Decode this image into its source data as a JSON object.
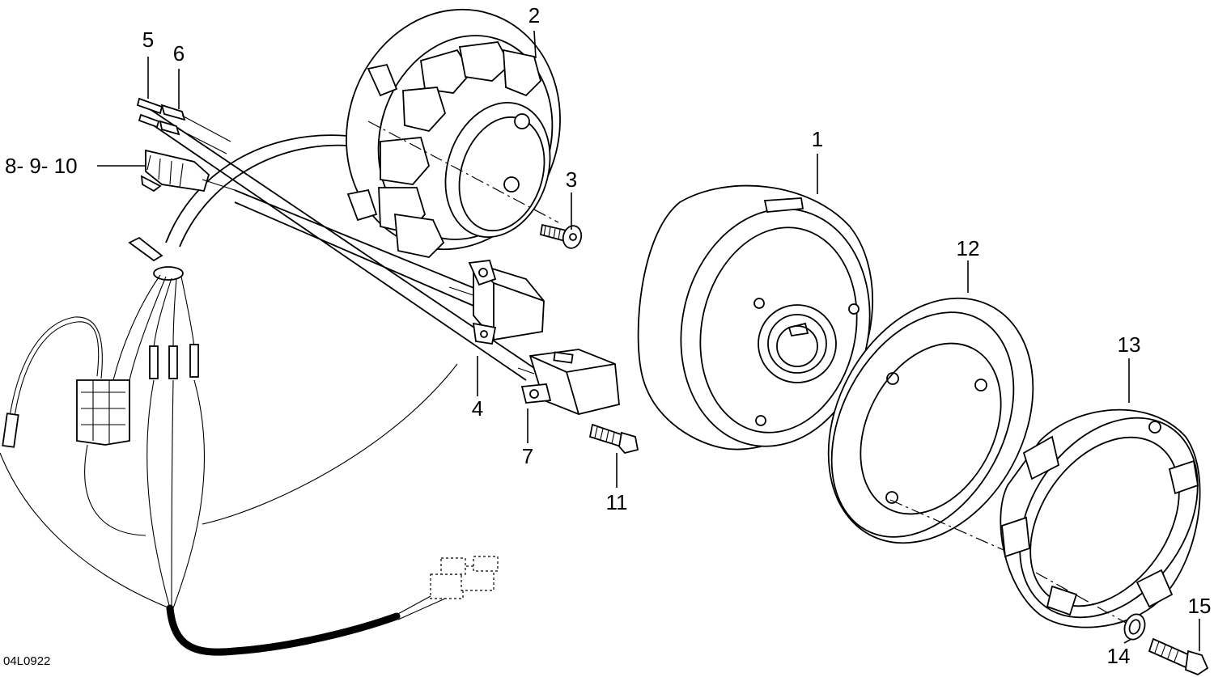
{
  "figure_code": "04L0922",
  "callouts": [
    {
      "id": "c1",
      "text": "1"
    },
    {
      "id": "c2",
      "text": "2"
    },
    {
      "id": "c3",
      "text": "3"
    },
    {
      "id": "c4",
      "text": "4"
    },
    {
      "id": "c5",
      "text": "5"
    },
    {
      "id": "c6",
      "text": "6"
    },
    {
      "id": "c7",
      "text": "7"
    },
    {
      "id": "c8",
      "text": "8- 9- 10"
    },
    {
      "id": "c11",
      "text": "11"
    },
    {
      "id": "c12",
      "text": "12"
    },
    {
      "id": "c13",
      "text": "13"
    },
    {
      "id": "c14",
      "text": "14"
    },
    {
      "id": "c15",
      "text": "15"
    }
  ]
}
